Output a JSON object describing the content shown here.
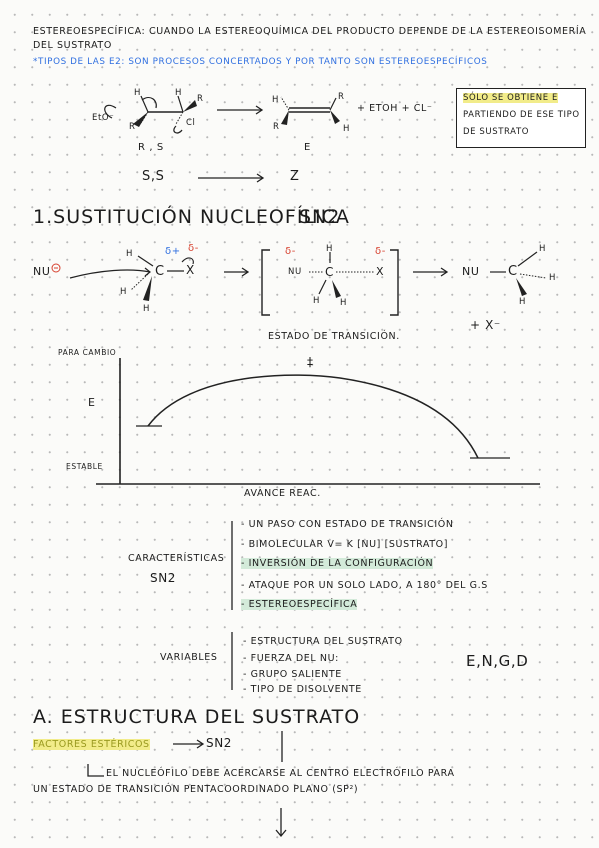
{
  "intro": {
    "line1": "ESTEREOESPECÍFICA: CUANDO LA ESTEREOQUÍMICA DEL PRODUCTO DEPENDE DE LA ESTEREOISOMERÍA",
    "line2": "DEL SUSTRATO",
    "line3": "*TIPOS DE LAS E2: SON PROCESOS CONCERTADOS Y POR TANTO SON ESTEREOESPECÍFICOS"
  },
  "e2_scheme": {
    "base": "EtO⁻",
    "config": "R , S",
    "product_label": "E",
    "byproducts": "+ EtOH + Cl⁻",
    "rule_left": "S,S",
    "rule_right": "Z",
    "note": [
      "SÓLO SE OBTIENE E",
      "PARTIENDO DE ESE TIPO",
      "DE SUSTRATO"
    ]
  },
  "sn2": {
    "title": "1.SUSTITUCIÓN NUCLEOFÍLICA",
    "title_tag": "SN2",
    "nu": "NU",
    "delta_plus": "δ+",
    "delta_minus": "δ-",
    "ts_label": "ESTADO DE TRANSICIÓN.",
    "plus_x": "+ X⁻"
  },
  "energy_diagram": {
    "ts_marker": "‡",
    "y_top": "PARA CAMBIO",
    "y_label": "E",
    "y_bottom": "ESTABLE",
    "x_label": "AVANCE REAC."
  },
  "characteristics": {
    "heading": "CARACTERÍSTICAS",
    "tag": "SN2",
    "items": [
      "- UN PASO CON ESTADO DE TRANSICIÓN",
      "- BIMOLECULAR     V= K [NU] [SUSTRATO]",
      "- INVERSIÓN DE LA CONFIGURACIÓN",
      "- ATAQUE POR UN SOLO LADO, A 180° DEL G.S",
      "- ESTEREOESPECÍFICA"
    ]
  },
  "variables": {
    "heading": "VARIABLES",
    "items": [
      "- ESTRUCTURA DEL SUSTRATO",
      "- FUERZA DEL NU:",
      "- GRUPO SALIENTE",
      "- TIPO DE DISOLVENTE"
    ],
    "abbrev": "E,N,G,D"
  },
  "section_a": {
    "title": "A. ESTRUCTURA DEL SUSTRATO",
    "factor": "FACTORES ESTÉRICOS",
    "factor_tag": "SN2",
    "line1": "EL NUCLEÓFILO DEBE ACERCARSE AL CENTRO ELECTRÓFILO PARA",
    "line2": "UN ESTADO DE TRANSICIÓN PENTACOORDINADO PLANO (SP²)"
  }
}
